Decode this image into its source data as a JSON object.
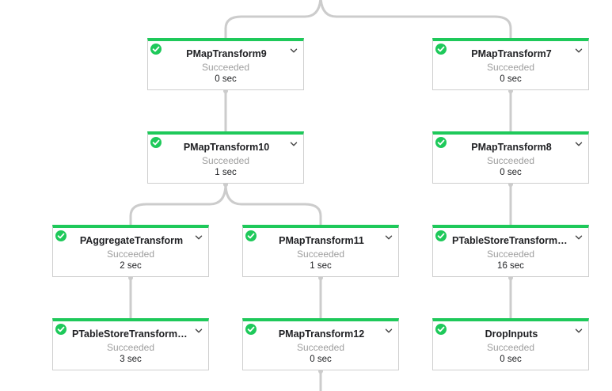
{
  "colors": {
    "success": "#1ec95a",
    "edge": "#cccccc",
    "border": "#cfcfcf",
    "status_text": "#9e9e9e"
  },
  "nodes": [
    {
      "id": "n9",
      "name": "PMapTransform9",
      "status": "Succeeded",
      "duration": "0 sec",
      "icon": "check-circle-icon"
    },
    {
      "id": "n7",
      "name": "PMapTransform7",
      "status": "Succeeded",
      "duration": "0 sec",
      "icon": "check-circle-icon"
    },
    {
      "id": "n10",
      "name": "PMapTransform10",
      "status": "Succeeded",
      "duration": "1 sec",
      "icon": "check-circle-icon"
    },
    {
      "id": "n8",
      "name": "PMapTransform8",
      "status": "Succeeded",
      "duration": "0 sec",
      "icon": "check-circle-icon"
    },
    {
      "id": "nAgg",
      "name": "PAggregateTransform",
      "status": "Succeeded",
      "duration": "2 sec",
      "icon": "check-circle-icon"
    },
    {
      "id": "n11",
      "name": "PMapTransform11",
      "status": "Succeeded",
      "duration": "1 sec",
      "icon": "check-circle-icon"
    },
    {
      "id": "nTSB",
      "name": "PTableStoreTransformB...",
      "status": "Succeeded",
      "duration": "16 sec",
      "icon": "check-circle-icon"
    },
    {
      "id": "nTSG",
      "name": "PTableStoreTransformG...",
      "status": "Succeeded",
      "duration": "3 sec",
      "icon": "check-circle-icon"
    },
    {
      "id": "n12",
      "name": "PMapTransform12",
      "status": "Succeeded",
      "duration": "0 sec",
      "icon": "check-circle-icon"
    },
    {
      "id": "nDrop",
      "name": "DropInputs",
      "status": "Succeeded",
      "duration": "0 sec",
      "icon": "check-circle-icon"
    }
  ],
  "edges": [
    {
      "from": "top",
      "to": "n9"
    },
    {
      "from": "top",
      "to": "n7"
    },
    {
      "from": "n9",
      "to": "n10"
    },
    {
      "from": "n7",
      "to": "n8"
    },
    {
      "from": "n10",
      "to": "nAgg"
    },
    {
      "from": "n10",
      "to": "n11"
    },
    {
      "from": "n8",
      "to": "nTSB"
    },
    {
      "from": "nAgg",
      "to": "nTSG"
    },
    {
      "from": "n11",
      "to": "n12"
    },
    {
      "from": "nTSB",
      "to": "nDrop"
    },
    {
      "from": "n12",
      "to": "bottom"
    }
  ]
}
